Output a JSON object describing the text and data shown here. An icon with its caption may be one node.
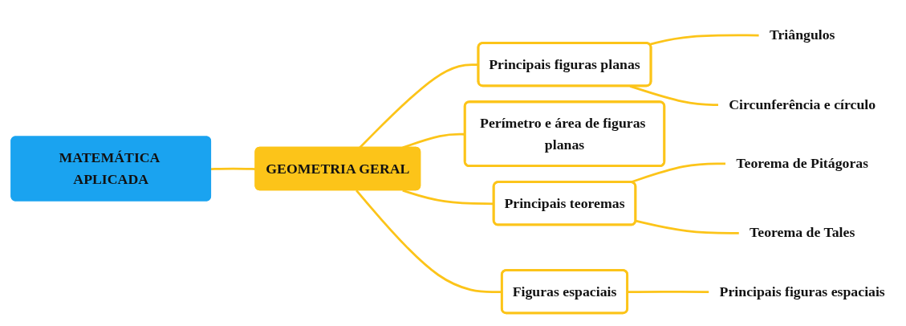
{
  "diagram": {
    "nodes": [
      {
        "text": [
          "MATEMÁTICA APLICADA"
        ]
      },
      {
        "text": [
          "GEOMETRIA GERAL"
        ]
      },
      {
        "text": [
          "Principais figuras planas"
        ]
      },
      {
        "text": [
          "Triângulos"
        ]
      },
      {
        "text": [
          "Circunferência e círculo"
        ]
      },
      {
        "text": [
          "Perímetro e área de figuras planas"
        ]
      },
      {
        "text": [
          "Principais teoremas"
        ]
      },
      {
        "text": [
          "Teorema de Pitágoras"
        ]
      },
      {
        "text": [
          "Teorema de Tales"
        ]
      },
      {
        "text": [
          "Figuras espaciais"
        ]
      },
      {
        "text": [
          "Principais figuras espaciais"
        ]
      }
    ],
    "edges": [
      {
        "from": 0,
        "to": 1,
        "arrow": "none"
      },
      {
        "from": 1,
        "to": 2,
        "arrow": "none"
      },
      {
        "from": 1,
        "to": 5,
        "arrow": "none"
      },
      {
        "from": 1,
        "to": 6,
        "arrow": "none"
      },
      {
        "from": 1,
        "to": 9,
        "arrow": "none"
      },
      {
        "from": 2,
        "to": 3,
        "arrow": "none"
      },
      {
        "from": 2,
        "to": 4,
        "arrow": "none"
      },
      {
        "from": 6,
        "to": 7,
        "arrow": "none"
      },
      {
        "from": 6,
        "to": 8,
        "arrow": "none"
      },
      {
        "from": 9,
        "to": 10,
        "arrow": "none"
      }
    ]
  }
}
